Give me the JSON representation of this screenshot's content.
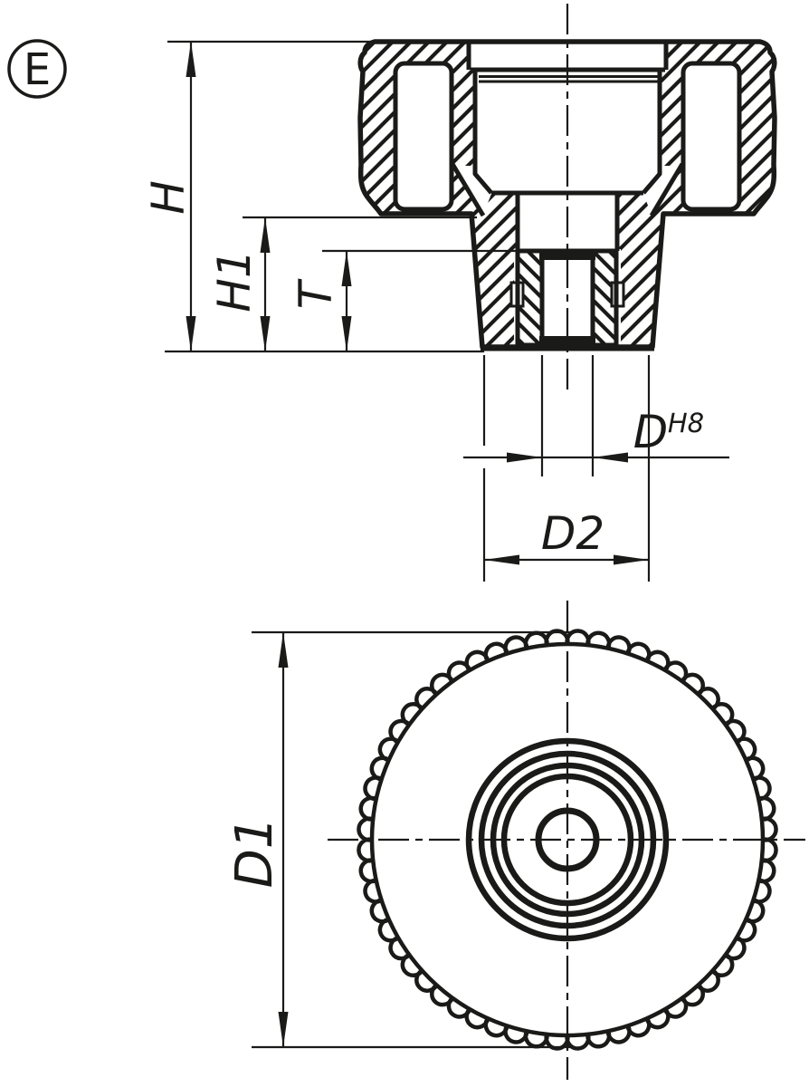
{
  "view_label": "E",
  "dimensions": {
    "overall_height": "H",
    "hub_height": "H1",
    "thread_depth": "T",
    "bore_diameter": "D",
    "bore_tolerance": "H8",
    "hub_diameter": "D2",
    "outer_diameter": "D1"
  },
  "colors": {
    "line": "#1a1a18",
    "background": "#ffffff"
  }
}
